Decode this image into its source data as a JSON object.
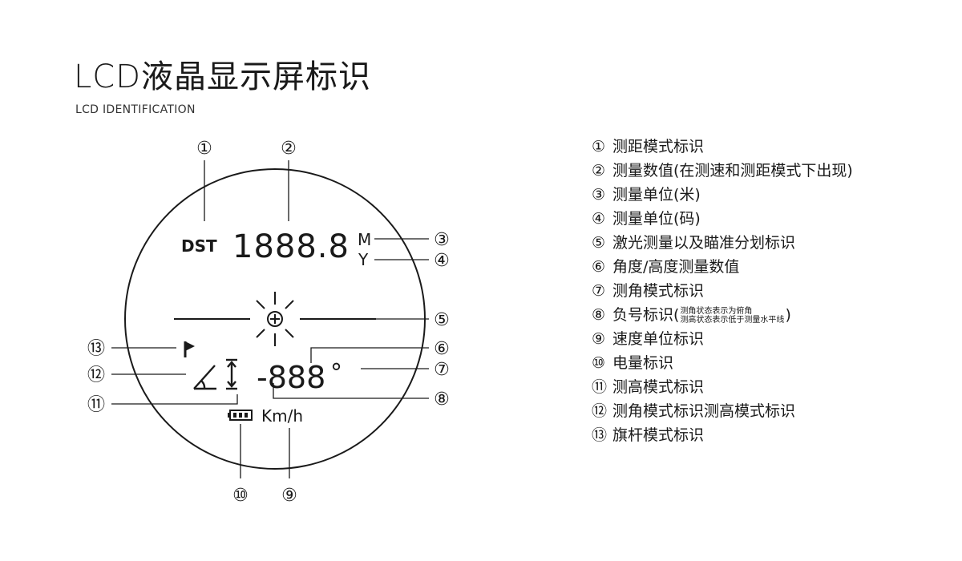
{
  "header": {
    "title": "LCD液晶显示屏标识",
    "subtitle": "LCD IDENTIFICATION"
  },
  "lcd": {
    "mode_label": "DST",
    "distance_value": "1888.8",
    "unit_meter": "M",
    "unit_yard": "Y",
    "angle_value": "-888",
    "degree_symbol": "°",
    "speed_unit": "Km/h"
  },
  "callouts": [
    "①",
    "②",
    "③",
    "④",
    "⑤",
    "⑥",
    "⑦",
    "⑧",
    "⑨",
    "⑩",
    "⑪",
    "⑫",
    "⑬"
  ],
  "legend": [
    {
      "num": "①",
      "text": "测距模式标识"
    },
    {
      "num": "②",
      "text": "测量数值(在测速和测距模式下出现)"
    },
    {
      "num": "③",
      "text": "测量单位(米)"
    },
    {
      "num": "④",
      "text": "测量单位(码)"
    },
    {
      "num": "⑤",
      "text": "激光测量以及瞄准分划标识"
    },
    {
      "num": "⑥",
      "text": "角度/高度测量数值"
    },
    {
      "num": "⑦",
      "text": "测角模式标识"
    },
    {
      "num": "⑧",
      "text": "负号标识",
      "note_top": "测角状态表示为俯角",
      "note_bottom": "测高状态表示低于测量水平线"
    },
    {
      "num": "⑨",
      "text": "速度单位标识"
    },
    {
      "num": "⑩",
      "text": "电量标识"
    },
    {
      "num": "⑪",
      "text": "测高模式标识"
    },
    {
      "num": "⑫",
      "text": "测角模式标识测高模式标识"
    },
    {
      "num": "⑬",
      "text": "旗杆模式标识"
    }
  ],
  "icons": {
    "reticle": "crosshair-sun-icon",
    "flag": "flag-icon",
    "angle": "angle-icon",
    "height": "height-arrow-icon",
    "battery": "battery-icon"
  },
  "colors": {
    "ink": "#1a1a1a",
    "background": "#ffffff"
  }
}
